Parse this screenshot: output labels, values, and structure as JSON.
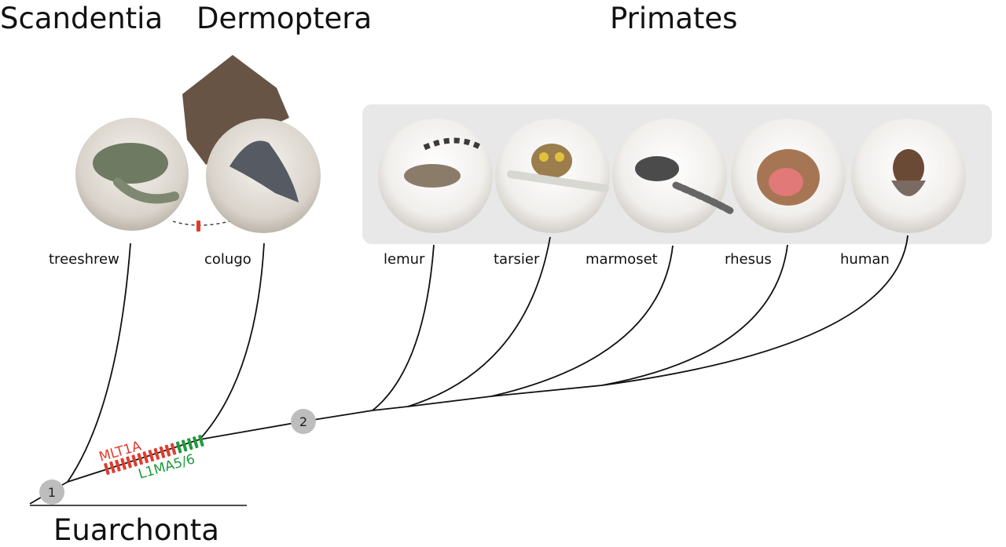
{
  "groups": {
    "scandentia": "Scandentia",
    "dermoptera": "Dermoptera",
    "primates": "Primates",
    "euarchonta": "Euarchonta"
  },
  "taxa": [
    "treeshrew",
    "colugo",
    "lemur",
    "tarsier",
    "marmoset",
    "rhesus",
    "human"
  ],
  "nodes": [
    "1",
    "2"
  ],
  "markers": {
    "mlt1a": "MLT1A",
    "l1ma56": "L1MA5/6"
  },
  "colors": {
    "mlt1a": "#e23b2e",
    "l1ma56": "#1f9a3b",
    "node": "#bdbdbd",
    "primate_panel": "#e8e8e8",
    "branch": "#111111"
  }
}
